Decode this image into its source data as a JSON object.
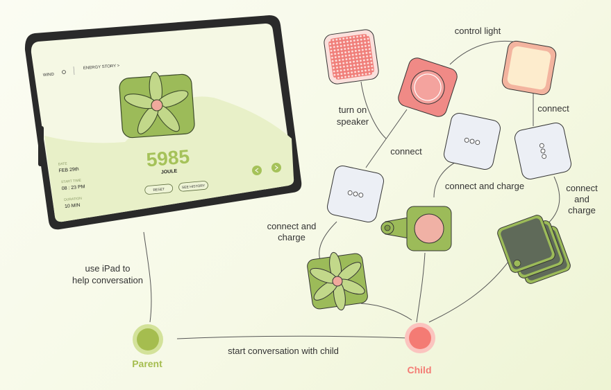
{
  "ipad": {
    "tab_wind": "WIND",
    "tab_energy": "ENERGY STORY  >",
    "date_label": "DATE",
    "date_value": "FEB 29th",
    "start_label": "START TIME",
    "start_value": "08 : 23 PM",
    "duration_label": "DURATION",
    "duration_value": "10 MIN",
    "energy_value": "5985",
    "energy_unit": "JOULE",
    "reset_label": "RESET",
    "history_label": "SEE HISTORY"
  },
  "labels": {
    "control_light": "control light",
    "turn_on_speaker": [
      "turn on",
      "speaker"
    ],
    "connect_a": "connect",
    "connect_b": "connect",
    "connect_and_charge_mid": "connect and charge",
    "connect_and_charge_right": [
      "connect",
      "and",
      "charge"
    ],
    "connect_and_charge_left": [
      "connect and",
      "charge"
    ],
    "use_ipad": [
      "use iPad to",
      "help conversation"
    ],
    "start_conversation": "start conversation with child"
  },
  "nodes": {
    "parent": "Parent",
    "child": "Child"
  },
  "colors": {
    "parent": "#a5bd4f",
    "child": "#f47b74",
    "device_green": "#9cbb59",
    "light_green": "#c2d88a",
    "coral": "#f08a86",
    "cream": "#fbe6c7",
    "module_grey": "#eceff5",
    "dark_card": "#606b5a"
  }
}
